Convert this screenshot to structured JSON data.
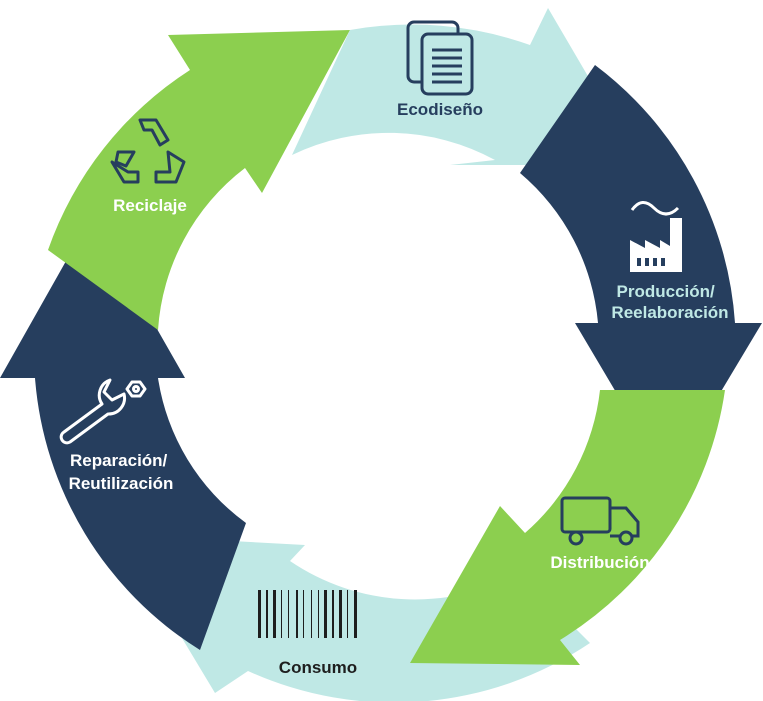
{
  "stages": [
    {
      "id": "ecodiseno",
      "lines": [
        "Ecodiseño"
      ],
      "icon": "documents-icon"
    },
    {
      "id": "produccion",
      "lines": [
        "Producción/",
        "Reelaboración"
      ],
      "icon": "factory-icon"
    },
    {
      "id": "distribucion",
      "lines": [
        "Distribución"
      ],
      "icon": "truck-icon"
    },
    {
      "id": "consumo",
      "lines": [
        "Consumo"
      ],
      "icon": "barcode-icon"
    },
    {
      "id": "reparacion",
      "lines": [
        "Reparación/",
        "Reutilización"
      ],
      "icon": "wrench-icon"
    },
    {
      "id": "reciclaje",
      "lines": [
        "Reciclaje"
      ],
      "icon": "recycle-icon"
    }
  ],
  "colors": {
    "light_teal": "#bfe8e5",
    "navy": "#263e5e",
    "green": "#8ccf4f",
    "white": "#ffffff"
  }
}
